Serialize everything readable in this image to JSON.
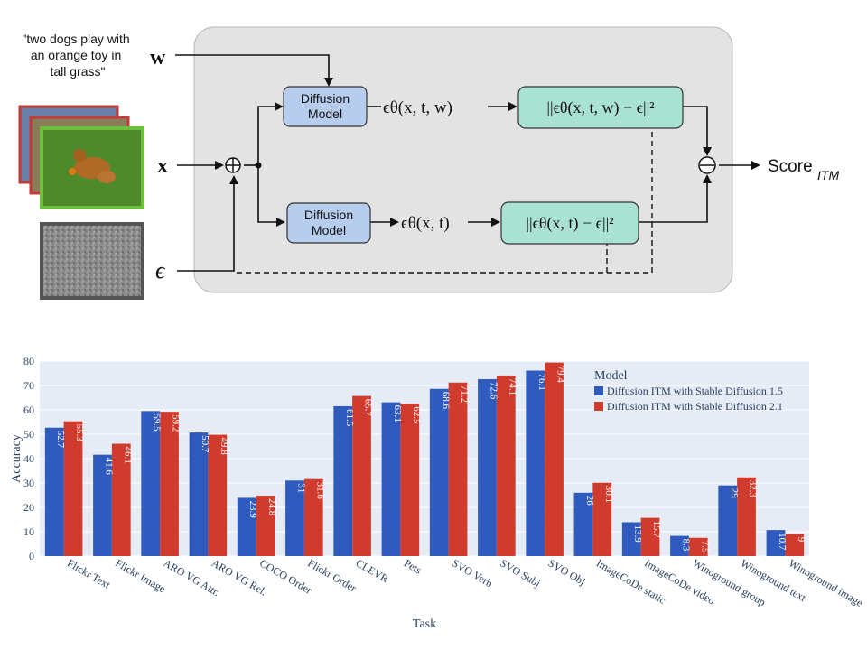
{
  "diagram": {
    "caption_lines": [
      "\"two dogs play with",
      "an orange toy in",
      "tall grass\""
    ],
    "inputs": {
      "w": "w",
      "x": "x",
      "eps": "ϵ"
    },
    "diffusion_model_label": [
      "Diffusion",
      "Model"
    ],
    "eps_cond": "ϵθ(x, t, w)",
    "eps_uncond": "ϵθ(x, t)",
    "loss_cond": "||ϵθ(x, t, w) − ϵ||²",
    "loss_uncond": "||ϵθ(x, t) − ϵ||²",
    "output_label": "Score",
    "output_subscript": "ITM",
    "colors": {
      "panel": "#e3e3e3",
      "model_box": "#b7cdee",
      "loss_box": "#a9e2d2",
      "frame_red": "#c33a3a",
      "frame_green": "#6cbf3b"
    },
    "icons": [
      "dog-image-icon",
      "noise-image-icon",
      "plus-circle-icon",
      "minus-circle-icon"
    ]
  },
  "chart_data": {
    "type": "bar",
    "title": "",
    "xlabel": "Task",
    "ylabel": "Accuracy",
    "ylim": [
      0,
      80
    ],
    "yticks": [
      0,
      10,
      20,
      30,
      40,
      50,
      60,
      70,
      80
    ],
    "grid": true,
    "legend": {
      "title": "Model",
      "position": "top-right"
    },
    "categories": [
      "Flickr Text",
      "Flickr Image",
      "ARO VG Attr.",
      "ARO VG Rel.",
      "COCO Order",
      "Flickr Order",
      "CLEVR",
      "Pets",
      "SVO Verb",
      "SVO Subj",
      "SVO Obj",
      "ImageCoDe static",
      "ImageCoDe video",
      "Winoground group",
      "Winoground text",
      "Winoground image"
    ],
    "series": [
      {
        "name": "Diffusion ITM with Stable Diffusion 1.5",
        "color": "#2e5bbd",
        "values": [
          52.7,
          41.6,
          59.5,
          50.7,
          23.9,
          31,
          61.5,
          63.1,
          68.6,
          72.6,
          76.1,
          26,
          13.9,
          8.3,
          29,
          10.7
        ]
      },
      {
        "name": "Diffusion ITM with Stable Diffusion 2.1",
        "color": "#cf3b2c",
        "values": [
          55.3,
          46.1,
          59.2,
          49.8,
          24.8,
          31.6,
          65.7,
          62.5,
          71.2,
          74.1,
          79.4,
          30.1,
          15.7,
          7.5,
          32.3,
          9
        ]
      }
    ]
  }
}
